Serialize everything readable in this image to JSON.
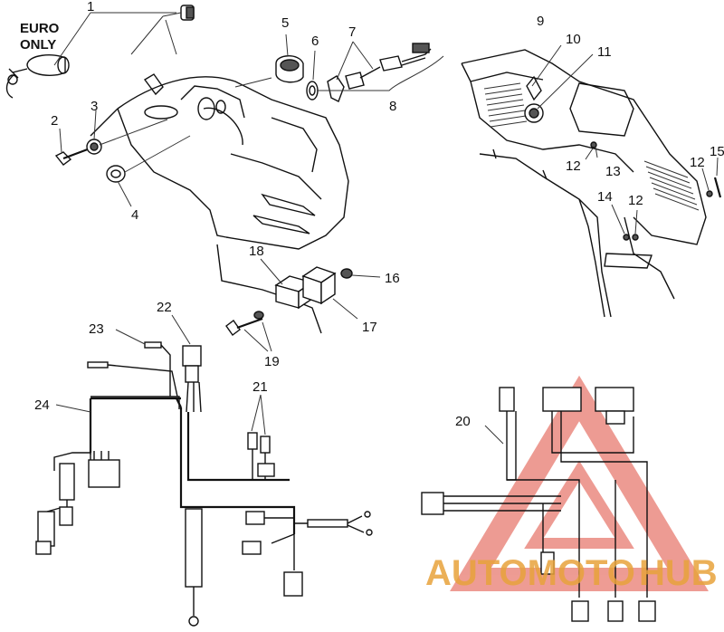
{
  "note_label": [
    "EURO",
    "ONLY"
  ],
  "callouts": {
    "c1": "1",
    "c2": "2",
    "c3": "3",
    "c4": "4",
    "c5": "5",
    "c6": "6",
    "c7": "7",
    "c8": "8",
    "c9": "9",
    "c10": "10",
    "c11": "11",
    "c12a": "12",
    "c12b": "12",
    "c12c": "12",
    "c13": "13",
    "c14": "14",
    "c15": "15",
    "c16": "16",
    "c17": "17",
    "c18": "18",
    "c19": "19",
    "c20": "20",
    "c21": "21",
    "c22": "22",
    "c23": "23",
    "c24": "24"
  },
  "watermark": {
    "part1": "AUTOMOTO",
    "part2": "HUB",
    "color_main": "#e8a33c",
    "color_accent": "#c9302c",
    "color_logo": "#e04b3c"
  }
}
